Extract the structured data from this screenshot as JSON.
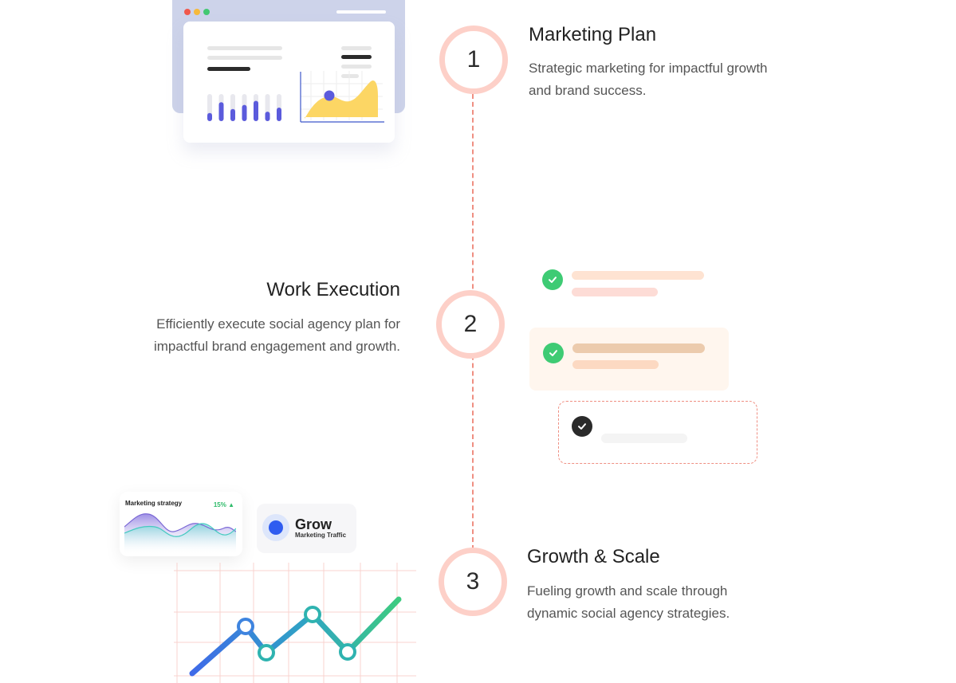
{
  "steps": [
    {
      "number": "1",
      "title": "Marketing Plan",
      "description": "Strategic marketing for impactful growth and brand success."
    },
    {
      "number": "2",
      "title": "Work Execution",
      "description": "Efficiently execute social agency plan for impactful brand engagement and growth."
    },
    {
      "number": "3",
      "title": "Growth & Scale",
      "description": "Fueling growth and scale through dynamic social agency strategies."
    }
  ],
  "strategy_card": {
    "label": "Marketing strategy",
    "percent": "15%"
  },
  "grow_card": {
    "title": "Grow",
    "subtitle": "Marketing Traffic"
  },
  "colors": {
    "accent_ring": "#fdd0c8",
    "dashed_line": "#ef8f82",
    "check_green": "#3ecb74",
    "chart_purple": "#5b5bdc",
    "chart_yellow": "#fcd664"
  }
}
